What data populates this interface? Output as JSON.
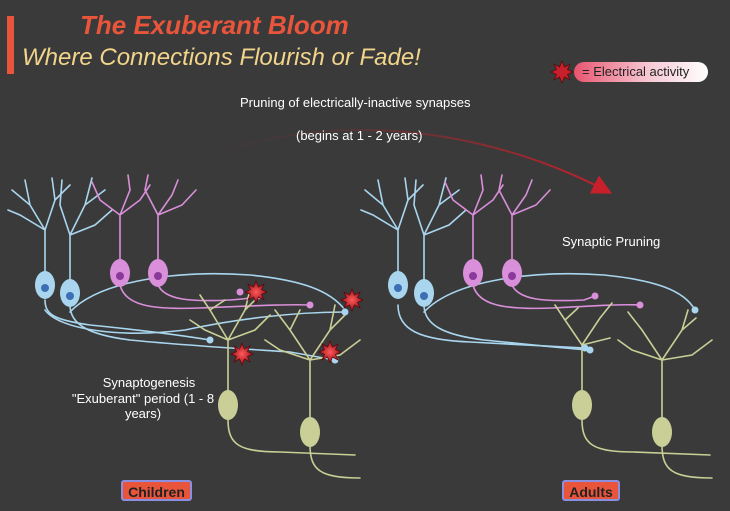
{
  "title": "The Exuberant Bloom",
  "subtitle": "Where Connections Flourish or Fade!",
  "legend": {
    "label": "= Electrical activity",
    "icon": "electrical-activity-burst-icon"
  },
  "annotations": {
    "pruning": "Pruning of electrically-inactive synapses",
    "begins": "(begins at 1 - 2 years)",
    "synaptic_pruning": "Synaptic Pruning",
    "synaptogenesis": "Synaptogenesis",
    "exuberant_period": "\"Exuberant\" period (1 - 8 years)"
  },
  "panels": {
    "children_label": "Children",
    "adults_label": "Adults"
  },
  "colors": {
    "background": "#3a3a3a",
    "accent": "#e8553b",
    "subtitle": "#f2d58a",
    "blue_neuron": "#a9d6ee",
    "pink_neuron": "#d98fd9",
    "olive_neuron": "#c9cf96",
    "activity": "#c8202a",
    "arrow": "#c8202a"
  }
}
